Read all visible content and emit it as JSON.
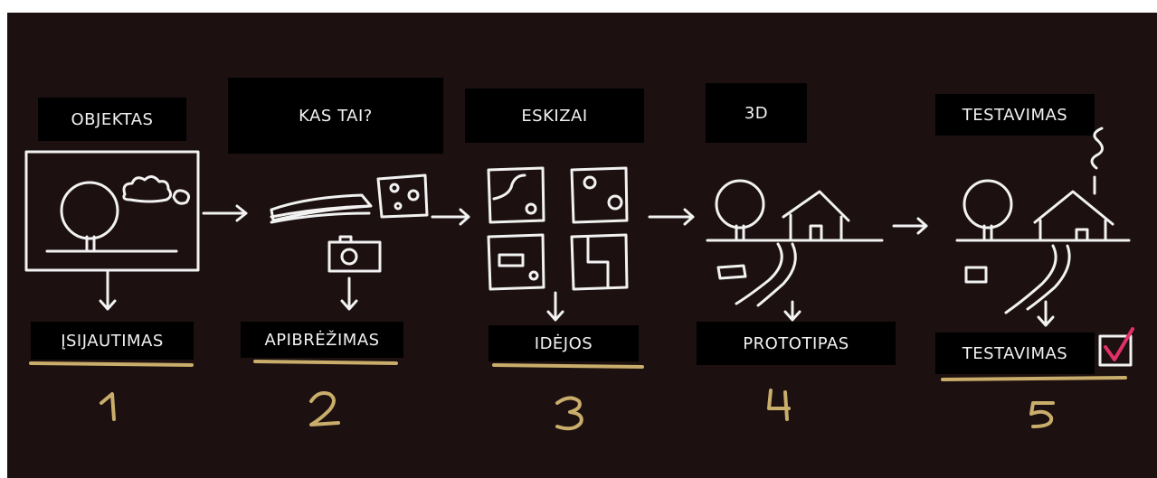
{
  "steps": [
    {
      "title": "OBJEKTAS",
      "label": "ĮSIJAUTIMAS",
      "number": "1"
    },
    {
      "title": "KAS TAI?",
      "label": "APIBRĖŽIMAS",
      "number": "2"
    },
    {
      "title": "ESKIZAI",
      "label": "IDĖJOS",
      "number": "3"
    },
    {
      "title": "3D",
      "label": "PROTOTIPAS",
      "number": "4"
    },
    {
      "title": "TESTAVIMAS",
      "label": "TESTAVIMAS",
      "number": "5"
    }
  ],
  "colors": {
    "background": "#1c1010",
    "chalk": "#f2f2f2",
    "underline": "#c9ad6b",
    "check": "#e0306a"
  }
}
